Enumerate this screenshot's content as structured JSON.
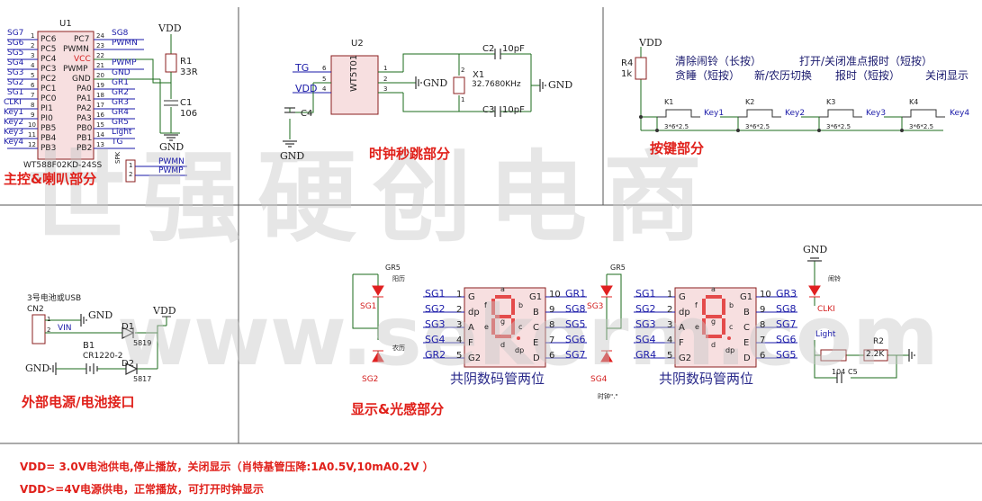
{
  "watermark": {
    "cn": "世强硬创电商",
    "url": "www.sekorm.com"
  },
  "sections": {
    "main": "主控&喇叭部分",
    "clock": "时钟秒跳部分",
    "keys": "按键部分",
    "power": "外部电源/电池接口",
    "display": "显示&光感部分"
  },
  "mcu": {
    "ref": "U1",
    "part": "WT588F02KD-24SS",
    "left_pins": [
      {
        "net": "SG7",
        "num": "1",
        "name": "PC6"
      },
      {
        "net": "SG6",
        "num": "2",
        "name": "PC5"
      },
      {
        "net": "SG5",
        "num": "3",
        "name": "PC4"
      },
      {
        "net": "SG4",
        "num": "4",
        "name": "PC3"
      },
      {
        "net": "SG3",
        "num": "5",
        "name": "PC2"
      },
      {
        "net": "SG2",
        "num": "6",
        "name": "PC1"
      },
      {
        "net": "SG1",
        "num": "7",
        "name": "PC0"
      },
      {
        "net": "CLKI",
        "num": "8",
        "name": "PI1"
      },
      {
        "net": "Key1",
        "num": "9",
        "name": "PI0"
      },
      {
        "net": "Key2",
        "num": "10",
        "name": "PB5"
      },
      {
        "net": "Key3",
        "num": "11",
        "name": "PB4"
      },
      {
        "net": "Key4",
        "num": "12",
        "name": "PB3"
      }
    ],
    "right_pins": [
      {
        "net": "SG8",
        "num": "24",
        "name": "PC7"
      },
      {
        "net": "PWMN",
        "num": "23",
        "name": "PWMN"
      },
      {
        "net": "",
        "num": "22",
        "name": "VCC"
      },
      {
        "net": "PWMP",
        "num": "21",
        "name": "PWMP"
      },
      {
        "net": "GND",
        "num": "20",
        "name": "GND"
      },
      {
        "net": "GR1",
        "num": "19",
        "name": "PA0"
      },
      {
        "net": "GR2",
        "num": "18",
        "name": "PA1"
      },
      {
        "net": "GR3",
        "num": "17",
        "name": "PA2"
      },
      {
        "net": "GR4",
        "num": "16",
        "name": "PA3"
      },
      {
        "net": "GR5",
        "num": "15",
        "name": "PB0"
      },
      {
        "net": "Light",
        "num": "14",
        "name": "PB1"
      },
      {
        "net": "TG",
        "num": "13",
        "name": "PB2"
      }
    ],
    "vdd": "VDD",
    "gnd": "GND",
    "r1_ref": "R1",
    "r1_val": "33R",
    "c1_ref": "C1",
    "c1_val": "106",
    "spk_ref": "SPK",
    "spk_pins": [
      "1",
      "2"
    ],
    "spk_nets": [
      "PWMN",
      "PWMP"
    ]
  },
  "rtc": {
    "ref": "U2",
    "part": "WT5T01",
    "pins_left": [
      "6",
      "5",
      "4"
    ],
    "pins_right": [
      "1",
      "2",
      "3"
    ],
    "nets": [
      "TG",
      "",
      "VDD"
    ],
    "gnd": "GND",
    "c4_ref": "C4",
    "x1_ref": "X1",
    "x1_val": "32.7680KHz",
    "x1_pins": [
      "1",
      "2"
    ],
    "c2_ref": "C2",
    "c2_val": "10pF",
    "c3_ref": "C3",
    "c3_val": "10pF",
    "gnd_left": "GND",
    "gnd_right": "GND"
  },
  "keys_block": {
    "vdd": "VDD",
    "r4_ref": "R4",
    "r4_val": "1k",
    "desc": [
      "清除闹铃（长按）",
      "贪睡（短按）",
      "新/农历切换",
      "打开/关闭准点报时（短按）",
      "报时（短按）",
      "关闭显示"
    ],
    "switches": [
      {
        "ref": "K1",
        "net": "Key1",
        "size": "3*6*2.5"
      },
      {
        "ref": "K2",
        "net": "Key2",
        "size": "3*6*2.5"
      },
      {
        "ref": "K3",
        "net": "Key3",
        "size": "3*6*2.5"
      },
      {
        "ref": "K4",
        "net": "Key4",
        "size": "3*6*2.5"
      }
    ]
  },
  "power_block": {
    "usb_label": "3号电池或USB",
    "cn2_ref": "CN2",
    "gnd": "GND",
    "vin": "VIN",
    "pins": [
      "1",
      "2"
    ],
    "vdd": "VDD",
    "d1_ref": "D1",
    "d1_val": "5819",
    "d2_ref": "D2",
    "d2_val": "5817",
    "b1_ref": "B1",
    "b1_val": "CR1220-2",
    "gnd_batt": "GND"
  },
  "display_block": {
    "digit_caption": "共阴数码管两位",
    "left_pins": [
      {
        "net": "SG1",
        "num": "1",
        "name": "G"
      },
      {
        "net": "SG2",
        "num": "2",
        "name": "dp"
      },
      {
        "net": "SG3",
        "num": "3",
        "name": "A"
      },
      {
        "net": "SG4",
        "num": "4",
        "name": "F"
      },
      {
        "net": "GR2",
        "num": "5",
        "name": "G2"
      }
    ],
    "right_pins_a": [
      {
        "net": "GR1",
        "num": "10",
        "name": "G1"
      },
      {
        "net": "SG8",
        "num": "9",
        "name": "B"
      },
      {
        "net": "SG5",
        "num": "8",
        "name": "C"
      },
      {
        "net": "SG6",
        "num": "7",
        "name": "E"
      },
      {
        "net": "SG7",
        "num": "6",
        "name": "D"
      }
    ],
    "right_pins_b": [
      {
        "net": "GR3",
        "num": "10",
        "name": "G1"
      },
      {
        "net": "SG8",
        "num": "9",
        "name": "B"
      },
      {
        "net": "SG7",
        "num": "8",
        "name": "C"
      },
      {
        "net": "SG6",
        "num": "7",
        "name": "E"
      },
      {
        "net": "SG5",
        "num": "6",
        "name": "D"
      }
    ],
    "left_pins_b": [
      {
        "net": "SG1",
        "num": "1",
        "name": "G"
      },
      {
        "net": "SG2",
        "num": "2",
        "name": "dp"
      },
      {
        "net": "SG3",
        "num": "3",
        "name": "A"
      },
      {
        "net": "SG4",
        "num": "4",
        "name": "F"
      },
      {
        "net": "GR4",
        "num": "5",
        "name": "G2"
      }
    ],
    "leds": {
      "gr5_a": "GR5",
      "gr5_b": "GR5",
      "led_sg1": "SG1",
      "led_sg2": "SG2",
      "led_sg3": "SG3",
      "led_sg4": "SG4",
      "yang": "阳历",
      "nong": "农历",
      "clock_dot": "时钟\".\"",
      "alarm": "闹铃",
      "clki": "CLKI"
    },
    "seg_letters": {
      "a": "a",
      "b": "b",
      "c": "c",
      "d": "d",
      "e": "e",
      "f": "f",
      "g": "g",
      "dp": "dp"
    },
    "light": "Light",
    "r2_ref": "R2",
    "r2_val": "2.2K",
    "c5": "104",
    "c5_ref": "C5",
    "gnd": "GND"
  },
  "notes": [
    "VDD= 3.0V电池供电,停止播放，关闭显示（肖特基管压降:1A0.5V,10mA0.2V ）",
    "VDD>=4V电源供电，正常播放，可打开时钟显示"
  ]
}
